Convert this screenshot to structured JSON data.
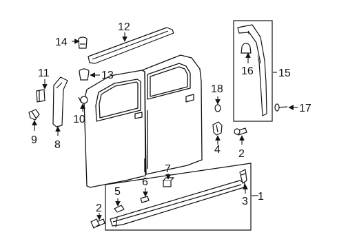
{
  "diagram": {
    "callouts": [
      "1",
      "2",
      "2",
      "3",
      "4",
      "5",
      "6",
      "7",
      "8",
      "9",
      "10",
      "11",
      "12",
      "13",
      "14",
      "15",
      "16",
      "17",
      "18"
    ]
  },
  "colors": {
    "line": "#111111",
    "fill": "#ffffff"
  }
}
